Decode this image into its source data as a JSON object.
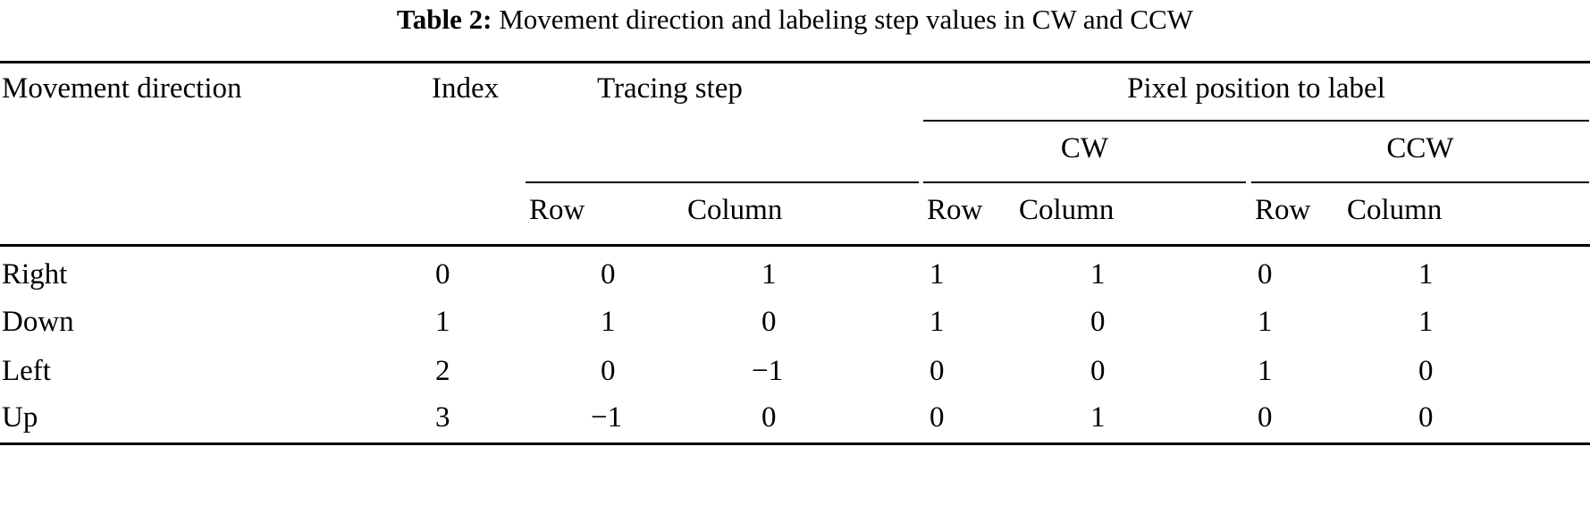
{
  "caption": {
    "label": "Table 2:",
    "text": "Movement direction and labeling step values in CW and CCW"
  },
  "headers": {
    "movement_direction": "Movement direction",
    "index": "Index",
    "tracing_step": "Tracing step",
    "pixel_position": "Pixel position to label",
    "cw": "CW",
    "ccw": "CCW",
    "sub": {
      "tracing_row": "Row",
      "tracing_column": "Column",
      "cw_row": "Row",
      "cw_column": "Column",
      "ccw_row": "Row",
      "ccw_column": "Column"
    }
  },
  "chart_data": {
    "type": "table",
    "title": "Movement direction and labeling step values in CW and CCW",
    "columns": [
      "Movement direction",
      "Index",
      "Tracing step / Row",
      "Tracing step / Column",
      "Pixel position to label / CW / Row",
      "Pixel position to label / CW / Column",
      "Pixel position to label / CCW / Row",
      "Pixel position to label / CCW / Column"
    ],
    "rows": [
      [
        "Right",
        "0",
        "0",
        "1",
        "1",
        "1",
        "0",
        "1"
      ],
      [
        "Down",
        "1",
        "1",
        "0",
        "1",
        "0",
        "1",
        "1"
      ],
      [
        "Left",
        "2",
        "0",
        "−1",
        "0",
        "0",
        "1",
        "0"
      ],
      [
        "Up",
        "3",
        "−1",
        "0",
        "0",
        "1",
        "0",
        "0"
      ]
    ]
  },
  "rows": [
    {
      "direction": "Right",
      "index": "0",
      "tracing_row": "0",
      "tracing_column": "1",
      "cw_row": "1",
      "cw_column": "1",
      "ccw_row": "0",
      "ccw_column": "1"
    },
    {
      "direction": "Down",
      "index": "1",
      "tracing_row": "1",
      "tracing_column": "0",
      "cw_row": "1",
      "cw_column": "0",
      "ccw_row": "1",
      "ccw_column": "1"
    },
    {
      "direction": "Left",
      "index": "2",
      "tracing_row": "0",
      "tracing_column": "−1",
      "cw_row": "0",
      "cw_column": "0",
      "ccw_row": "1",
      "ccw_column": "0"
    },
    {
      "direction": "Up",
      "index": "3",
      "tracing_row": "−1",
      "tracing_column": "0",
      "cw_row": "0",
      "cw_column": "1",
      "ccw_row": "0",
      "ccw_column": "0"
    }
  ],
  "colors": {
    "text": "#000000",
    "rule": "#000000",
    "background": "#ffffff"
  }
}
